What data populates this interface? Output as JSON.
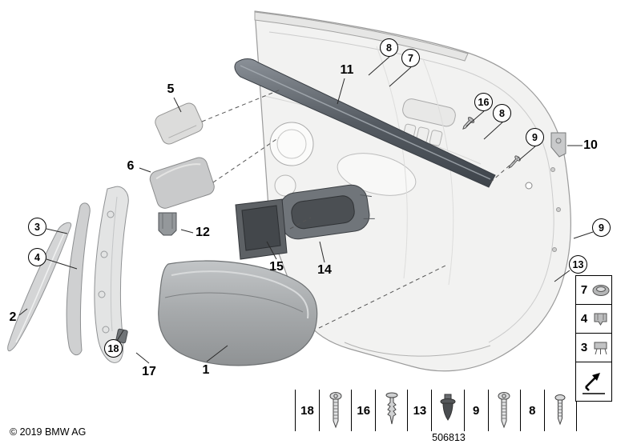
{
  "meta": {
    "copyright": "© 2019 BMW AG",
    "diagram_number": "506813"
  },
  "callouts": {
    "circled": [
      {
        "label": "8"
      },
      {
        "label": "7"
      },
      {
        "label": "16"
      },
      {
        "label": "8"
      },
      {
        "label": "9"
      },
      {
        "label": "9"
      },
      {
        "label": "13"
      },
      {
        "label": "3"
      },
      {
        "label": "4"
      },
      {
        "label": "18"
      }
    ],
    "plain": [
      {
        "label": "5"
      },
      {
        "label": "6"
      },
      {
        "label": "11"
      },
      {
        "label": "12"
      },
      {
        "label": "15"
      },
      {
        "label": "14"
      },
      {
        "label": "2"
      },
      {
        "label": "17"
      },
      {
        "label": "1"
      },
      {
        "label": "10"
      }
    ]
  },
  "legend": {
    "items": [
      {
        "label": "18",
        "icon": "torx-screw-icon"
      },
      {
        "label": "16",
        "icon": "expanding-rivet-icon"
      },
      {
        "label": "13",
        "icon": "grommet-icon"
      },
      {
        "label": "9",
        "icon": "torx-screw-icon"
      },
      {
        "label": "8",
        "icon": "screw-icon"
      }
    ]
  },
  "side_items": [
    {
      "label": "7",
      "icon": "grommet-clip-icon"
    },
    {
      "label": "4",
      "icon": "clip-icon"
    },
    {
      "label": "3",
      "icon": "spring-clip-icon"
    }
  ],
  "colors": {
    "line": "#000000",
    "panel_fill": "#f2f2f1",
    "dark_trim": "#555b62",
    "armrest_gray": "#a8abad"
  }
}
